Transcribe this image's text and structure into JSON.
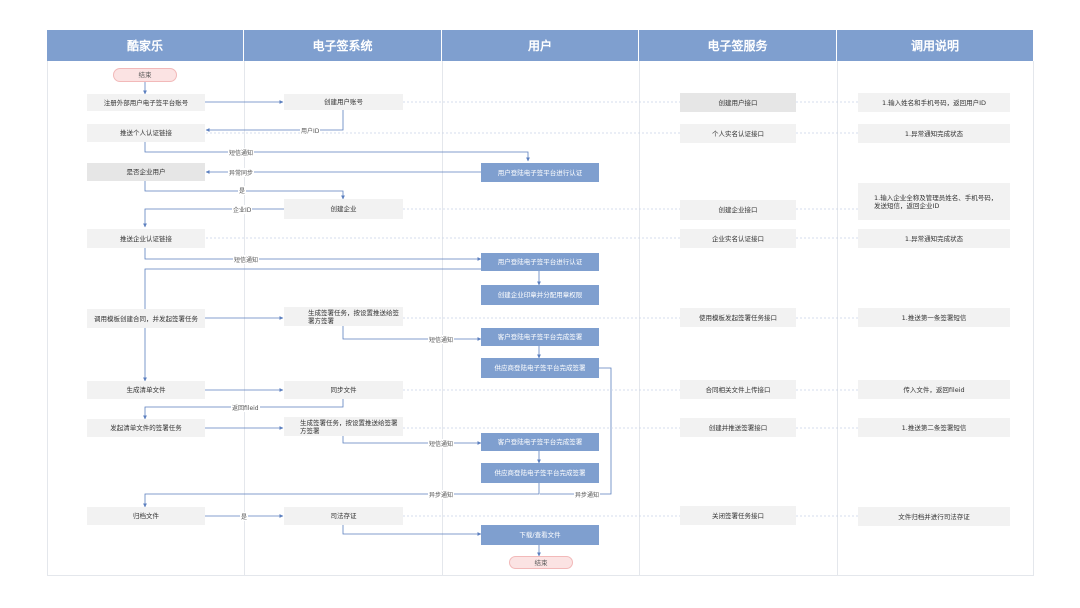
{
  "lanes": [
    "酷家乐",
    "电子签系统",
    "用户",
    "电子签服务",
    "调用说明"
  ],
  "nodes": {
    "start": "结束",
    "register": "注册外部用户电子签平台账号",
    "create_account": "创建用户账号",
    "create_user_api": "创建用户接口",
    "desc_create_user": "1.输入姓名和手机号码，返回用户ID",
    "push_personal": "推送个人认证链接",
    "personal_auth_api": "个人实名认证接口",
    "desc_personal_auth": "1.异常通知完成状态",
    "is_enterprise": "是否企业用户",
    "user_login_auth1": "用户登陆电子签平台进行认证",
    "create_enterprise": "创建企业",
    "create_enterprise_api": "创建企业接口",
    "desc_create_enterprise": "1.输入企业全称及管理员姓名、手机号码，发送短信，返回企业ID",
    "push_enterprise": "推送企业认证链接",
    "enterprise_auth_api": "企业实名认证接口",
    "desc_enterprise_auth": "1.异常通知完成状态",
    "user_login_auth2": "用户登陆电子签平台进行认证",
    "create_seal": "创建企业印章并分配用章权限",
    "template_contract": "调用模板创建合同，并发起签署任务",
    "gen_sign_task1": "生成签署任务，按设置推送给签署方签署",
    "template_sign_api": "使用模板发起签署任务接口",
    "desc_template_sign": "1.推送第一条签署短信",
    "customer_sign1": "客户登陆电子签平台完成签署",
    "supplier_sign1": "供应商登陆电子签平台完成签署",
    "gen_list": "生成清单文件",
    "sync_file": "同步文件",
    "contract_upload_api": "合同相关文件上传接口",
    "desc_upload": "传入文件，返回fileid",
    "list_sign_task": "发起清单文件的签署任务",
    "gen_sign_task2": "生成签署任务，按设置推送给签署方签署",
    "create_push_api": "创建并推送签署接口",
    "desc_create_push": "1.推送第二条签署短信",
    "customer_sign2": "客户登陆电子签平台完成签署",
    "supplier_sign2": "供应商登陆电子签平台完成签署",
    "archive": "归档文件",
    "judicial": "司法存证",
    "close_task_api": "关闭签署任务接口",
    "desc_archive": "文件归档并进行司法存证",
    "download": "下载/查看文件",
    "end": "结束"
  },
  "edge_labels": {
    "user_id": "用户ID",
    "sms1": "短信通知",
    "async1": "异常同步",
    "yes1": "是",
    "enterprise_id": "企业ID",
    "sms2": "短信通知",
    "sms3": "短信通知",
    "return_fileid": "返回fileid",
    "sms4": "短信通知",
    "async2": "异步通知",
    "async3": "异步通知",
    "yes2": "是"
  }
}
